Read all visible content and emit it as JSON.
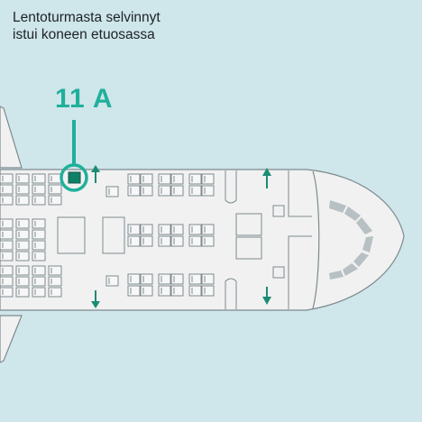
{
  "headline": {
    "line1": "Lentoturmasta selvinnyt",
    "line2": "istui koneen etuosassa"
  },
  "highlight": {
    "seat": "11 A",
    "color": "#1fb09b"
  },
  "colors": {
    "background": "#cfe6ea",
    "fuselage": "#f1f1f1",
    "outline": "#7d8a8f",
    "cockpit_window": "#b7c0c3",
    "exit_arrow": "#1a8c74"
  },
  "icons": [
    "exit-arrow-icon",
    "seat-icon",
    "cockpit-window-icon"
  ]
}
